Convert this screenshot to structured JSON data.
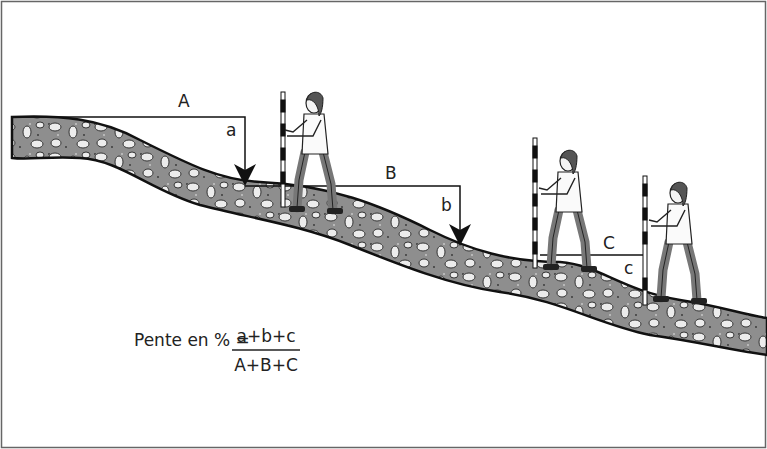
{
  "diagram": {
    "labels": [
      "A",
      "a",
      "B",
      "b",
      "C",
      "c",
      "Pente en % =",
      "a+b+c",
      "A+B+C"
    ]
  }
}
